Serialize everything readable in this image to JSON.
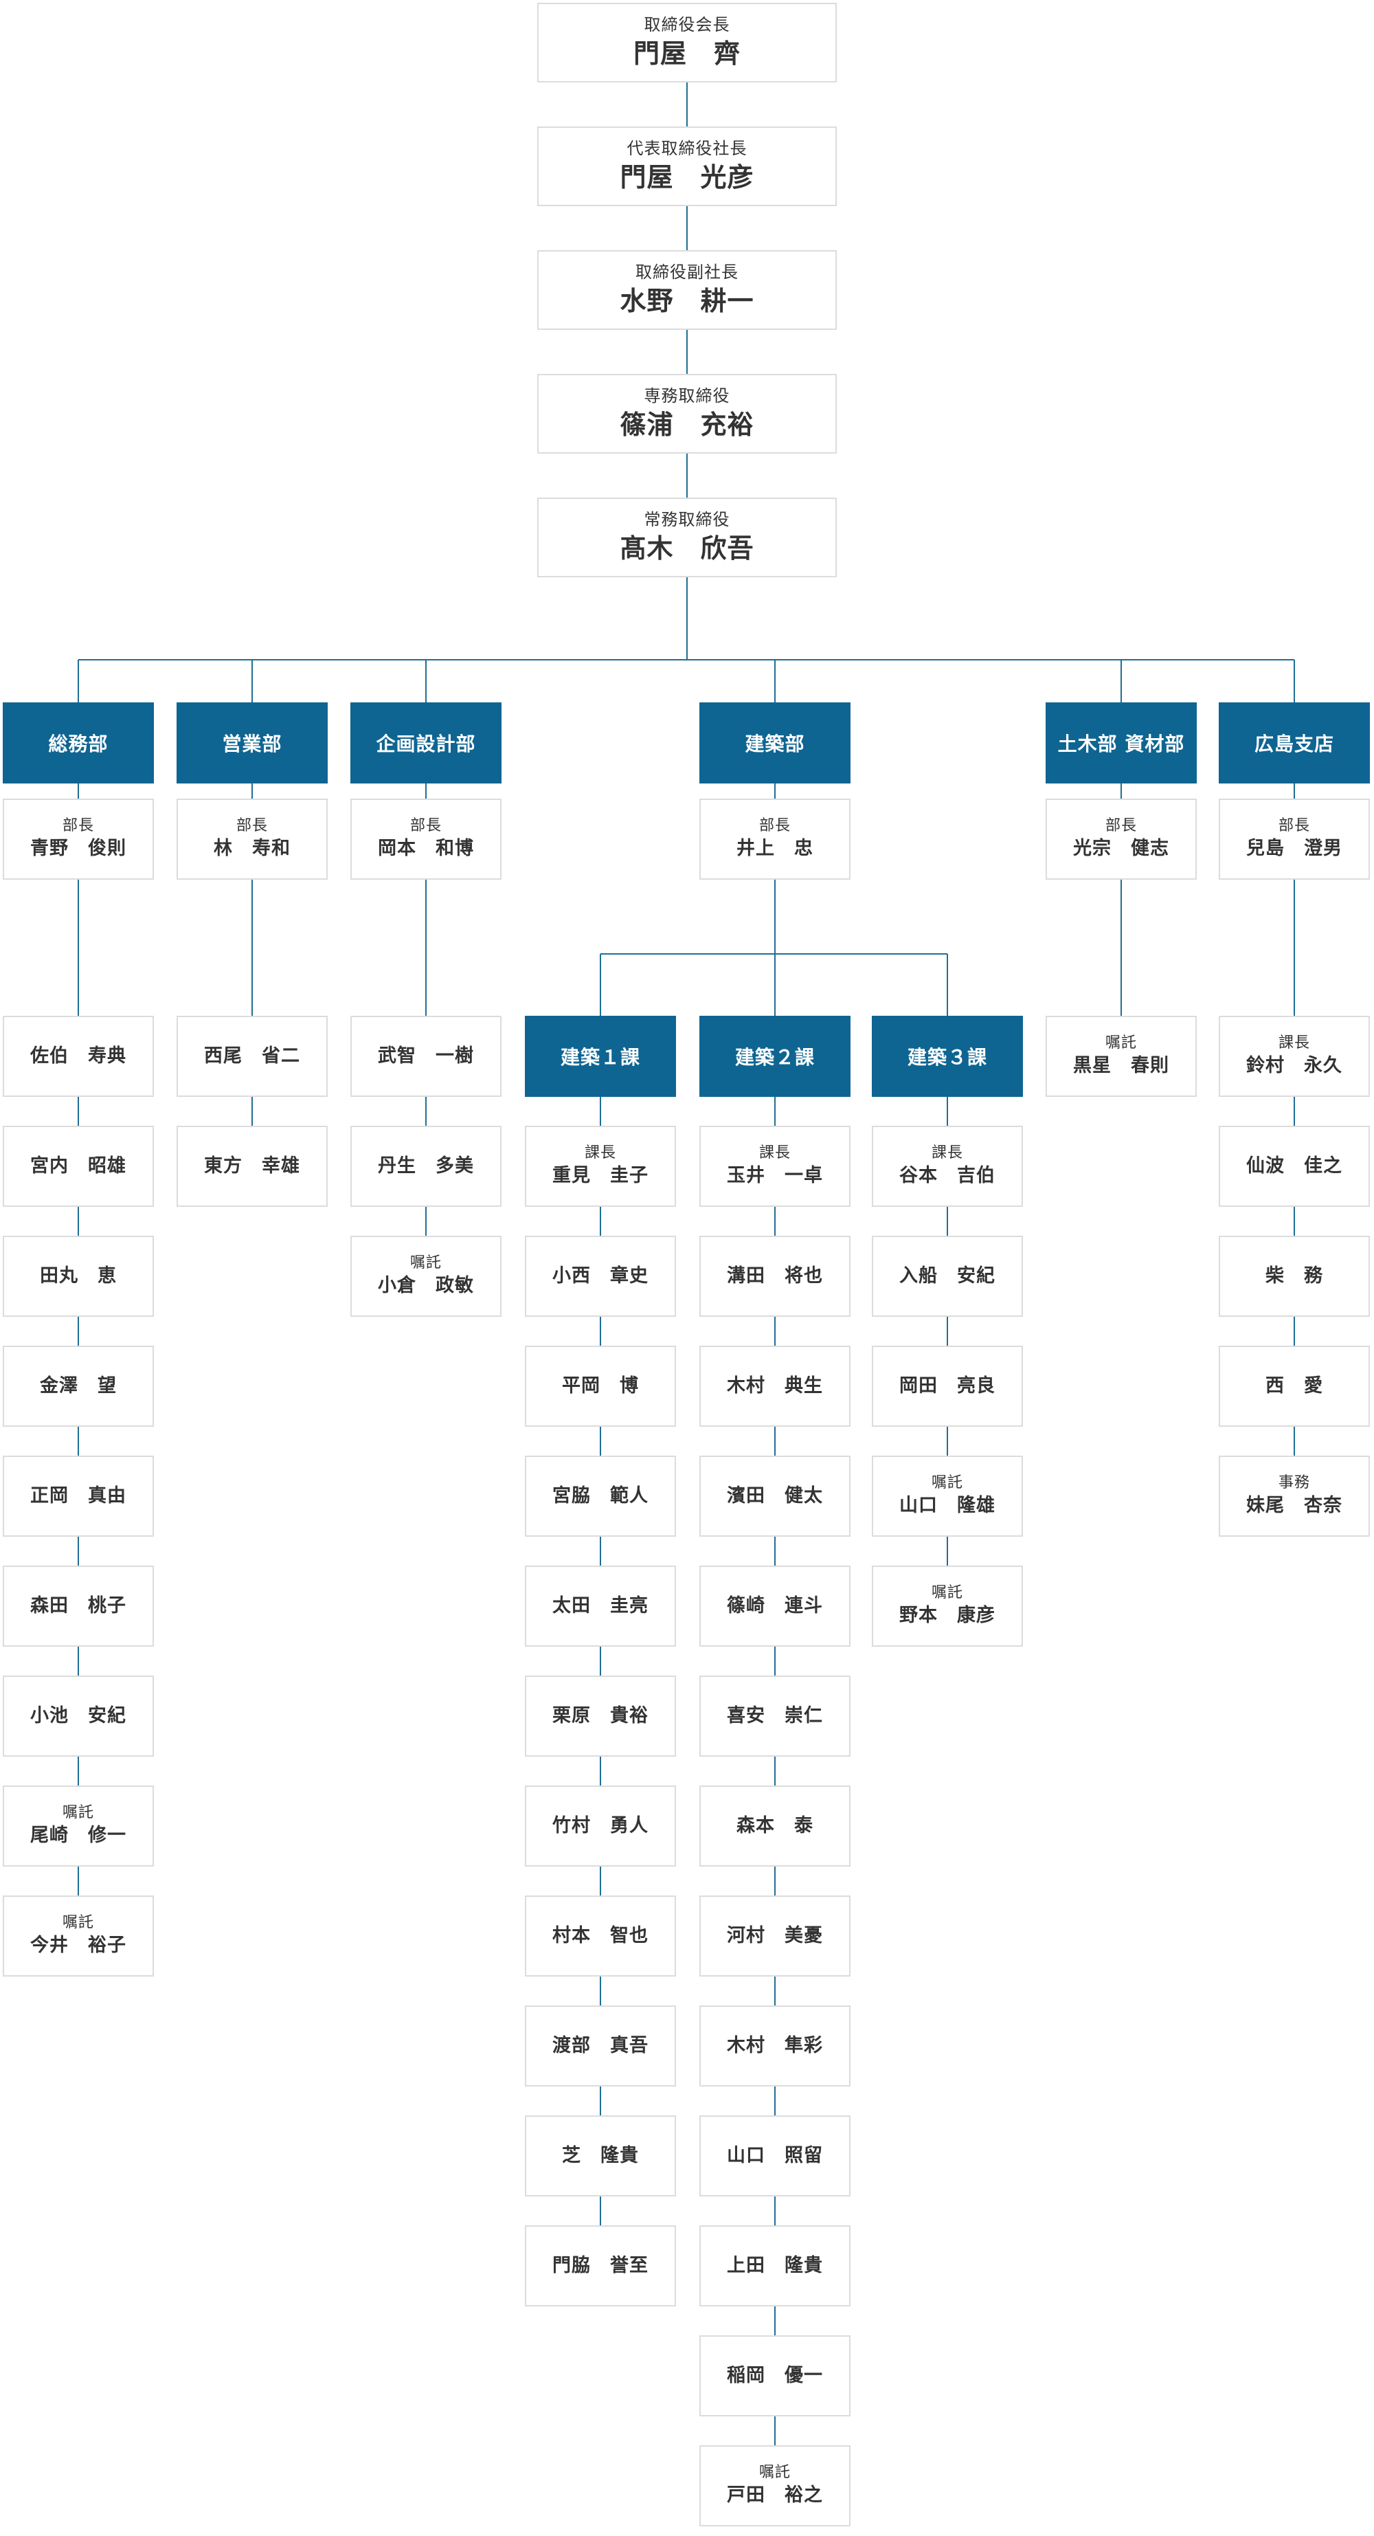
{
  "executives": [
    {
      "role": "取締役会長",
      "name": "門屋　齊"
    },
    {
      "role": "代表取締役社長",
      "name": "門屋　光彦"
    },
    {
      "role": "取締役副社長",
      "name": "水野　耕一"
    },
    {
      "role": "専務取締役",
      "name": "篠浦　充裕"
    },
    {
      "role": "常務取締役",
      "name": "髙木　欣吾"
    }
  ],
  "departments": [
    {
      "name": "総務部",
      "head": {
        "role": "部長",
        "name": "青野　俊則"
      },
      "members": [
        {
          "name": "佐伯　寿典"
        },
        {
          "name": "宮内　昭雄"
        },
        {
          "name": "田丸　恵"
        },
        {
          "name": "金澤　望"
        },
        {
          "name": "正岡　真由"
        },
        {
          "name": "森田　桃子"
        },
        {
          "name": "小池　安紀"
        },
        {
          "role": "嘱託",
          "name": "尾崎　修一"
        },
        {
          "role": "嘱託",
          "name": "今井　裕子"
        }
      ]
    },
    {
      "name": "営業部",
      "head": {
        "role": "部長",
        "name": "林　寿和"
      },
      "members": [
        {
          "name": "西尾　省二"
        },
        {
          "name": "東方　幸雄"
        }
      ]
    },
    {
      "name": "企画設計部",
      "head": {
        "role": "部長",
        "name": "岡本　和博"
      },
      "members": [
        {
          "name": "武智　一樹"
        },
        {
          "name": "丹生　多美"
        },
        {
          "role": "嘱託",
          "name": "小倉　政敏"
        }
      ]
    },
    {
      "name": "建築部",
      "head": {
        "role": "部長",
        "name": "井上　忠"
      },
      "sections": [
        {
          "name": "建築１課",
          "members": [
            {
              "role": "課長",
              "name": "重見　圭子"
            },
            {
              "name": "小西　章史"
            },
            {
              "name": "平岡　博"
            },
            {
              "name": "宮脇　範人"
            },
            {
              "name": "太田　圭亮"
            },
            {
              "name": "栗原　貴裕"
            },
            {
              "name": "竹村　勇人"
            },
            {
              "name": "村本　智也"
            },
            {
              "name": "渡部　真吾"
            },
            {
              "name": "芝　隆貴"
            },
            {
              "name": "門脇　誉至"
            }
          ]
        },
        {
          "name": "建築２課",
          "members": [
            {
              "role": "課長",
              "name": "玉井　一卓"
            },
            {
              "name": "溝田　将也"
            },
            {
              "name": "木村　典生"
            },
            {
              "name": "濱田　健太"
            },
            {
              "name": "篠崎　連斗"
            },
            {
              "name": "喜安　崇仁"
            },
            {
              "name": "森本　泰"
            },
            {
              "name": "河村　美憂"
            },
            {
              "name": "木村　隼彩"
            },
            {
              "name": "山口　照留"
            },
            {
              "name": "上田　隆貴"
            },
            {
              "name": "稲岡　優一"
            },
            {
              "role": "嘱託",
              "name": "戸田　裕之"
            }
          ]
        },
        {
          "name": "建築３課",
          "members": [
            {
              "role": "課長",
              "name": "谷本　吉伯"
            },
            {
              "name": "入船　安紀"
            },
            {
              "name": "岡田　亮良"
            },
            {
              "role": "嘱託",
              "name": "山口　隆雄"
            },
            {
              "role": "嘱託",
              "name": "野本　康彦"
            }
          ]
        }
      ]
    },
    {
      "name": "土木部 資材部",
      "head": {
        "role": "部長",
        "name": "光宗　健志"
      },
      "members": [
        {
          "role": "嘱託",
          "name": "黒星　春則"
        }
      ]
    },
    {
      "name": "広島支店",
      "head": {
        "role": "部長",
        "name": "兒島　澄男"
      },
      "members": [
        {
          "role": "課長",
          "name": "鈴村　永久"
        },
        {
          "name": "仙波　佳之"
        },
        {
          "name": "柴　務"
        },
        {
          "name": "西　愛"
        },
        {
          "role": "事務",
          "name": "妹尾　杏奈"
        }
      ]
    }
  ],
  "colors": {
    "department_fill": "#0f6592",
    "line": "#1f6e96",
    "box_border": "#dcdcdc",
    "text": "#333333"
  }
}
